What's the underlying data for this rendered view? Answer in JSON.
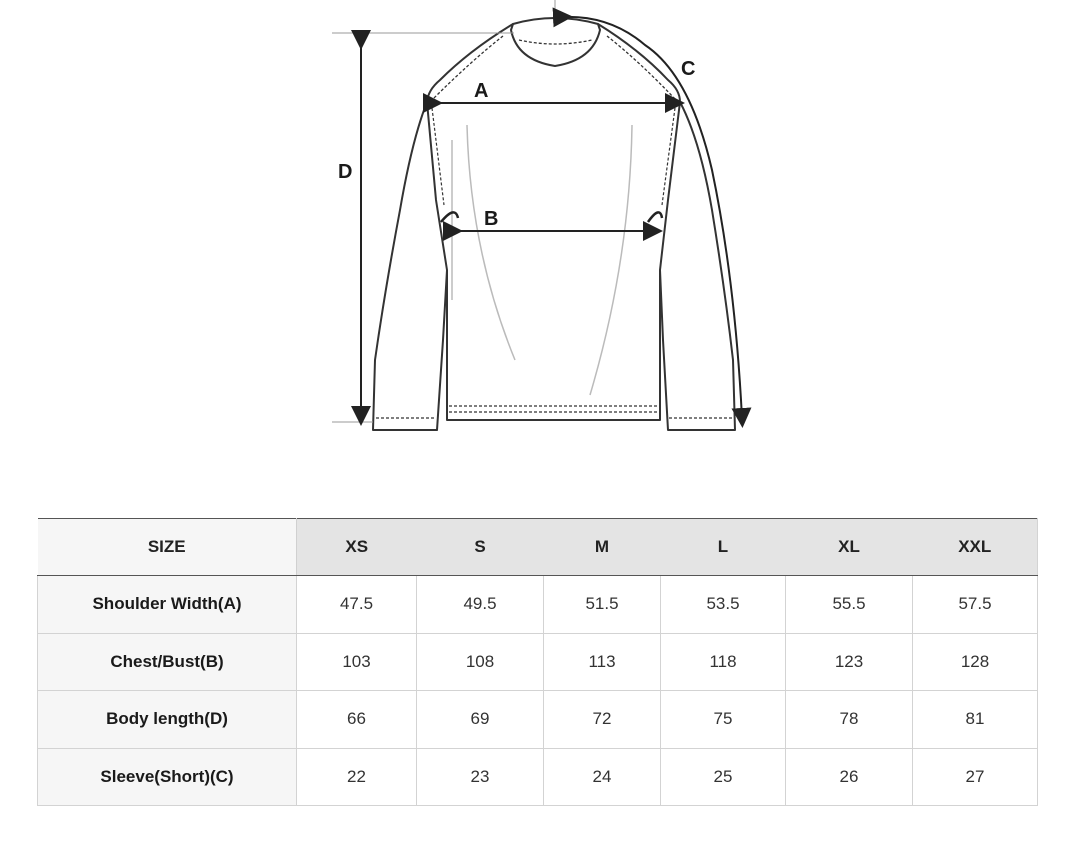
{
  "diagram": {
    "labels": {
      "a": "A",
      "b": "B",
      "c": "C",
      "d": "D"
    }
  },
  "size_table": {
    "corner_header": "SIZE",
    "sizes": [
      "XS",
      "S",
      "M",
      "L",
      "XL",
      "XXL"
    ],
    "rows": [
      {
        "label": "Shoulder Width(A)",
        "values": [
          "47.5",
          "49.5",
          "51.5",
          "53.5",
          "55.5",
          "57.5"
        ]
      },
      {
        "label": "Chest/Bust(B)",
        "values": [
          "103",
          "108",
          "113",
          "118",
          "123",
          "128"
        ]
      },
      {
        "label": "Body length(D)",
        "values": [
          "66",
          "69",
          "72",
          "75",
          "78",
          "81"
        ]
      },
      {
        "label": "Sleeve(Short)(C)",
        "values": [
          "22",
          "23",
          "24",
          "25",
          "26",
          "27"
        ]
      }
    ]
  },
  "colors": {
    "outline": "#333333",
    "header_bg": "#e4e4e4",
    "row_head_bg": "#f6f6f6"
  }
}
